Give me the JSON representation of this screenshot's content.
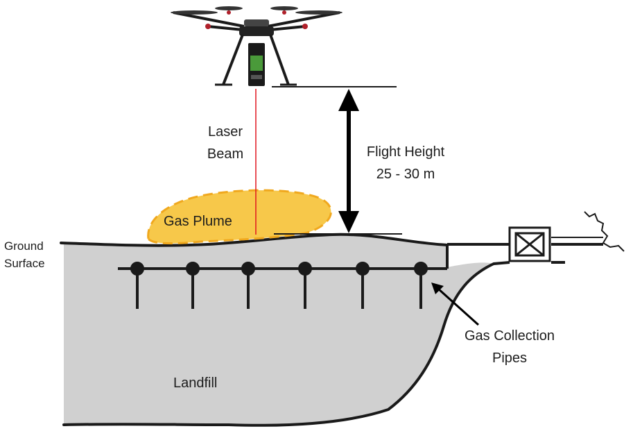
{
  "labels": {
    "laser_beam": [
      "Laser",
      "Beam"
    ],
    "flight_height": [
      "Flight Height",
      "25 - 30 m"
    ],
    "gas_plume": "Gas Plume",
    "ground_surface": [
      "Ground",
      "Surface"
    ],
    "gas_collection_pipes": [
      "Gas Collection",
      "Pipes"
    ],
    "landfill": "Landfill"
  },
  "colors": {
    "laser": "#e0141e",
    "plume_fill": "#f7c84a",
    "plume_border": "#f0a81e",
    "landfill_fill": "#d0d0d0",
    "outline": "#1a1a1a"
  },
  "icons": {
    "drone": "drone-icon",
    "valve": "valve-box-icon",
    "height_arrow": "double-arrow-icon"
  }
}
